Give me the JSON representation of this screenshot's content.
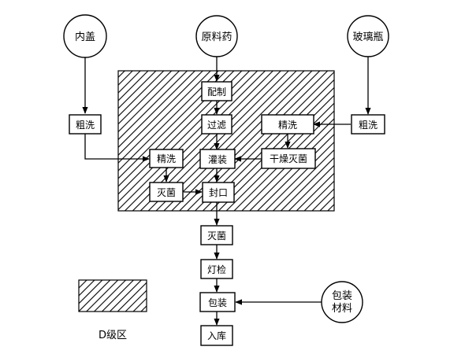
{
  "sources": {
    "inner_cap": "内盖",
    "raw_drug": "原料药",
    "glass_bottle": "玻璃瓶",
    "packaging_material": [
      "包装",
      "材料"
    ]
  },
  "steps": {
    "rough_wash_left": "粗洗",
    "rough_wash_right": "粗洗",
    "prepare": "配制",
    "filter": "过滤",
    "fine_wash_right": "精洗",
    "fine_wash_left": "精洗",
    "fill": "灌装",
    "dry_sterilize": "干燥灭菌",
    "sterilize_cap": "灭菌",
    "seal": "封口",
    "sterilize": "灭菌",
    "light_inspect": "灯检",
    "package": "包装",
    "warehouse": "入库"
  },
  "legend": {
    "zone_label": "D级区"
  },
  "colors": {
    "ink": "#000000",
    "background": "#ffffff"
  }
}
